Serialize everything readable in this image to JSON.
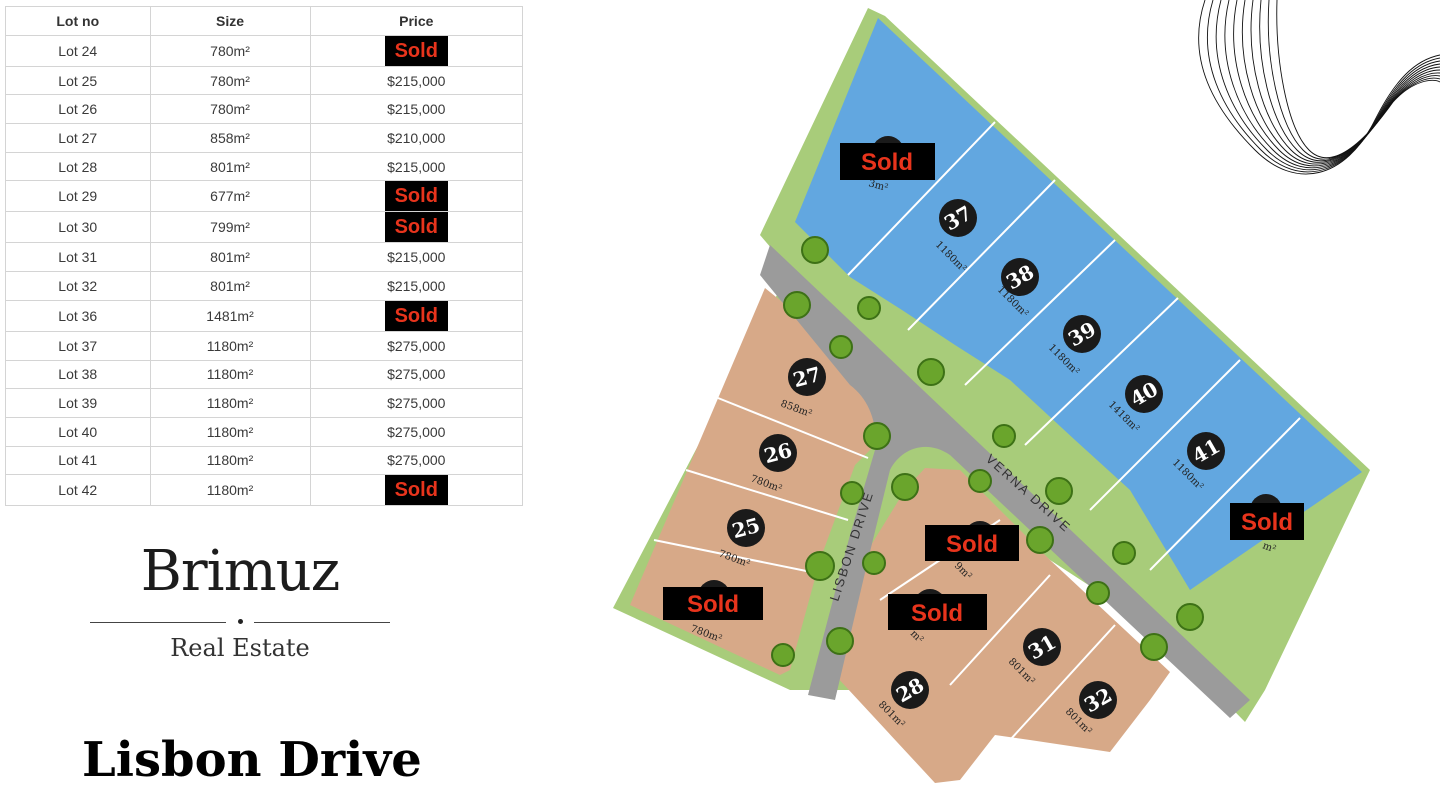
{
  "table": {
    "headers": [
      "Lot no",
      "Size",
      "Price"
    ],
    "rows": [
      {
        "lot": "Lot 24",
        "size": "780m²",
        "price": "Sold"
      },
      {
        "lot": "Lot 25",
        "size": "780m²",
        "price": "$215,000"
      },
      {
        "lot": "Lot 26",
        "size": "780m²",
        "price": "$215,000"
      },
      {
        "lot": "Lot 27",
        "size": "858m²",
        "price": "$210,000"
      },
      {
        "lot": "Lot 28",
        "size": "801m²",
        "price": "$215,000"
      },
      {
        "lot": "Lot 29",
        "size": "677m²",
        "price": "Sold"
      },
      {
        "lot": "Lot 30",
        "size": "799m²",
        "price": "Sold"
      },
      {
        "lot": "Lot 31",
        "size": "801m²",
        "price": "$215,000"
      },
      {
        "lot": "Lot 32",
        "size": "801m²",
        "price": "$215,000"
      },
      {
        "lot": "Lot 36",
        "size": "1481m²",
        "price": "Sold"
      },
      {
        "lot": "Lot 37",
        "size": "1180m²",
        "price": "$275,000"
      },
      {
        "lot": "Lot 38",
        "size": "1180m²",
        "price": "$275,000"
      },
      {
        "lot": "Lot 39",
        "size": "1180m²",
        "price": "$275,000"
      },
      {
        "lot": "Lot 40",
        "size": "1180m²",
        "price": "$275,000"
      },
      {
        "lot": "Lot 41",
        "size": "1180m²",
        "price": "$275,000"
      },
      {
        "lot": "Lot 42",
        "size": "1180m²",
        "price": "Sold"
      }
    ]
  },
  "brand": {
    "name": "Brimuz",
    "tagline": "Real Estate"
  },
  "street_title": "Lisbon Drive",
  "map": {
    "roads": [
      "VERNA DRIVE",
      "LISBON DRIVE"
    ],
    "lots": [
      {
        "num": "37",
        "size": "1180m²"
      },
      {
        "num": "38",
        "size": "1180m²"
      },
      {
        "num": "39",
        "size": "1180m²"
      },
      {
        "num": "40",
        "size": "1418m²"
      },
      {
        "num": "41",
        "size": "1180m²"
      },
      {
        "num": "27",
        "size": "858m²"
      },
      {
        "num": "26",
        "size": "780m²"
      },
      {
        "num": "25",
        "size": "780m²"
      },
      {
        "num": "31",
        "size": "801m²"
      },
      {
        "num": "28",
        "size": "801m²"
      },
      {
        "num": "32",
        "size": "801m²"
      }
    ],
    "sold_partial_sizes": [
      "3m²",
      "m²",
      "9m²",
      "m²",
      "780m²"
    ],
    "sold_label": "Sold",
    "colors": {
      "blue_lots": "#62a7e0",
      "tan_lots": "#d7a988",
      "road": "#9b9b9b",
      "verge": "#a8cc7a",
      "sold_text": "#e8341c"
    }
  }
}
